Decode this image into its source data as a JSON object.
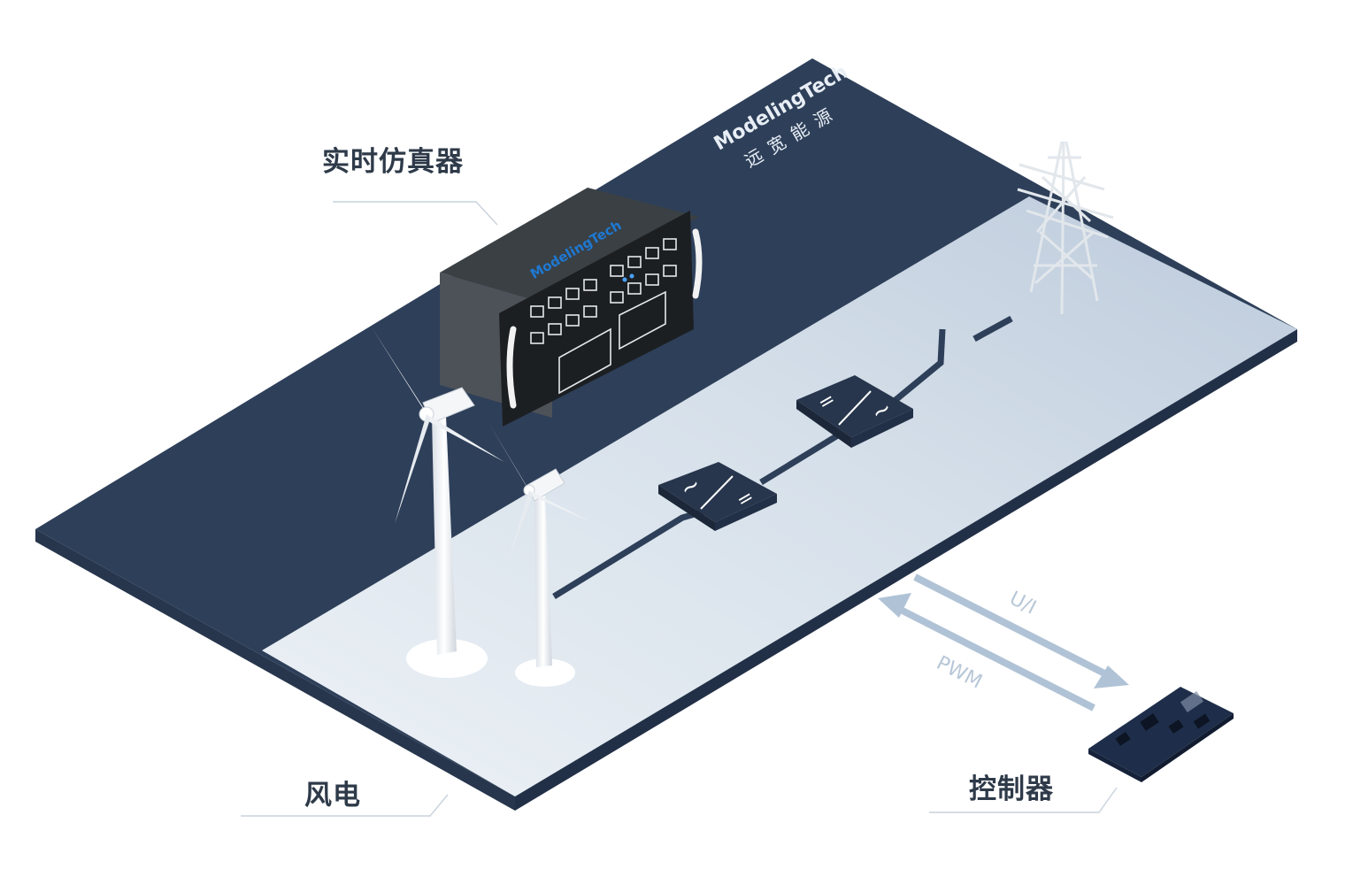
{
  "labels": {
    "simulator": "实时仿真器",
    "wind": "风电",
    "controller": "控制器"
  },
  "brand": {
    "platform_logo": "ModelingTech",
    "platform_logo_cn": "远宽能源",
    "device_logo": "ModelingTech"
  },
  "signals": {
    "forward": "U/I",
    "backward": "PWM"
  },
  "converter_symbols": {
    "left": [
      "~",
      "="
    ],
    "right": [
      "=",
      "~"
    ]
  },
  "colors": {
    "platform_dark": "#2e3f59",
    "platform_light": "#dfe7ef",
    "edge": "#27364d",
    "arrow": "#b0c3d6",
    "label": "#2e3a49"
  }
}
